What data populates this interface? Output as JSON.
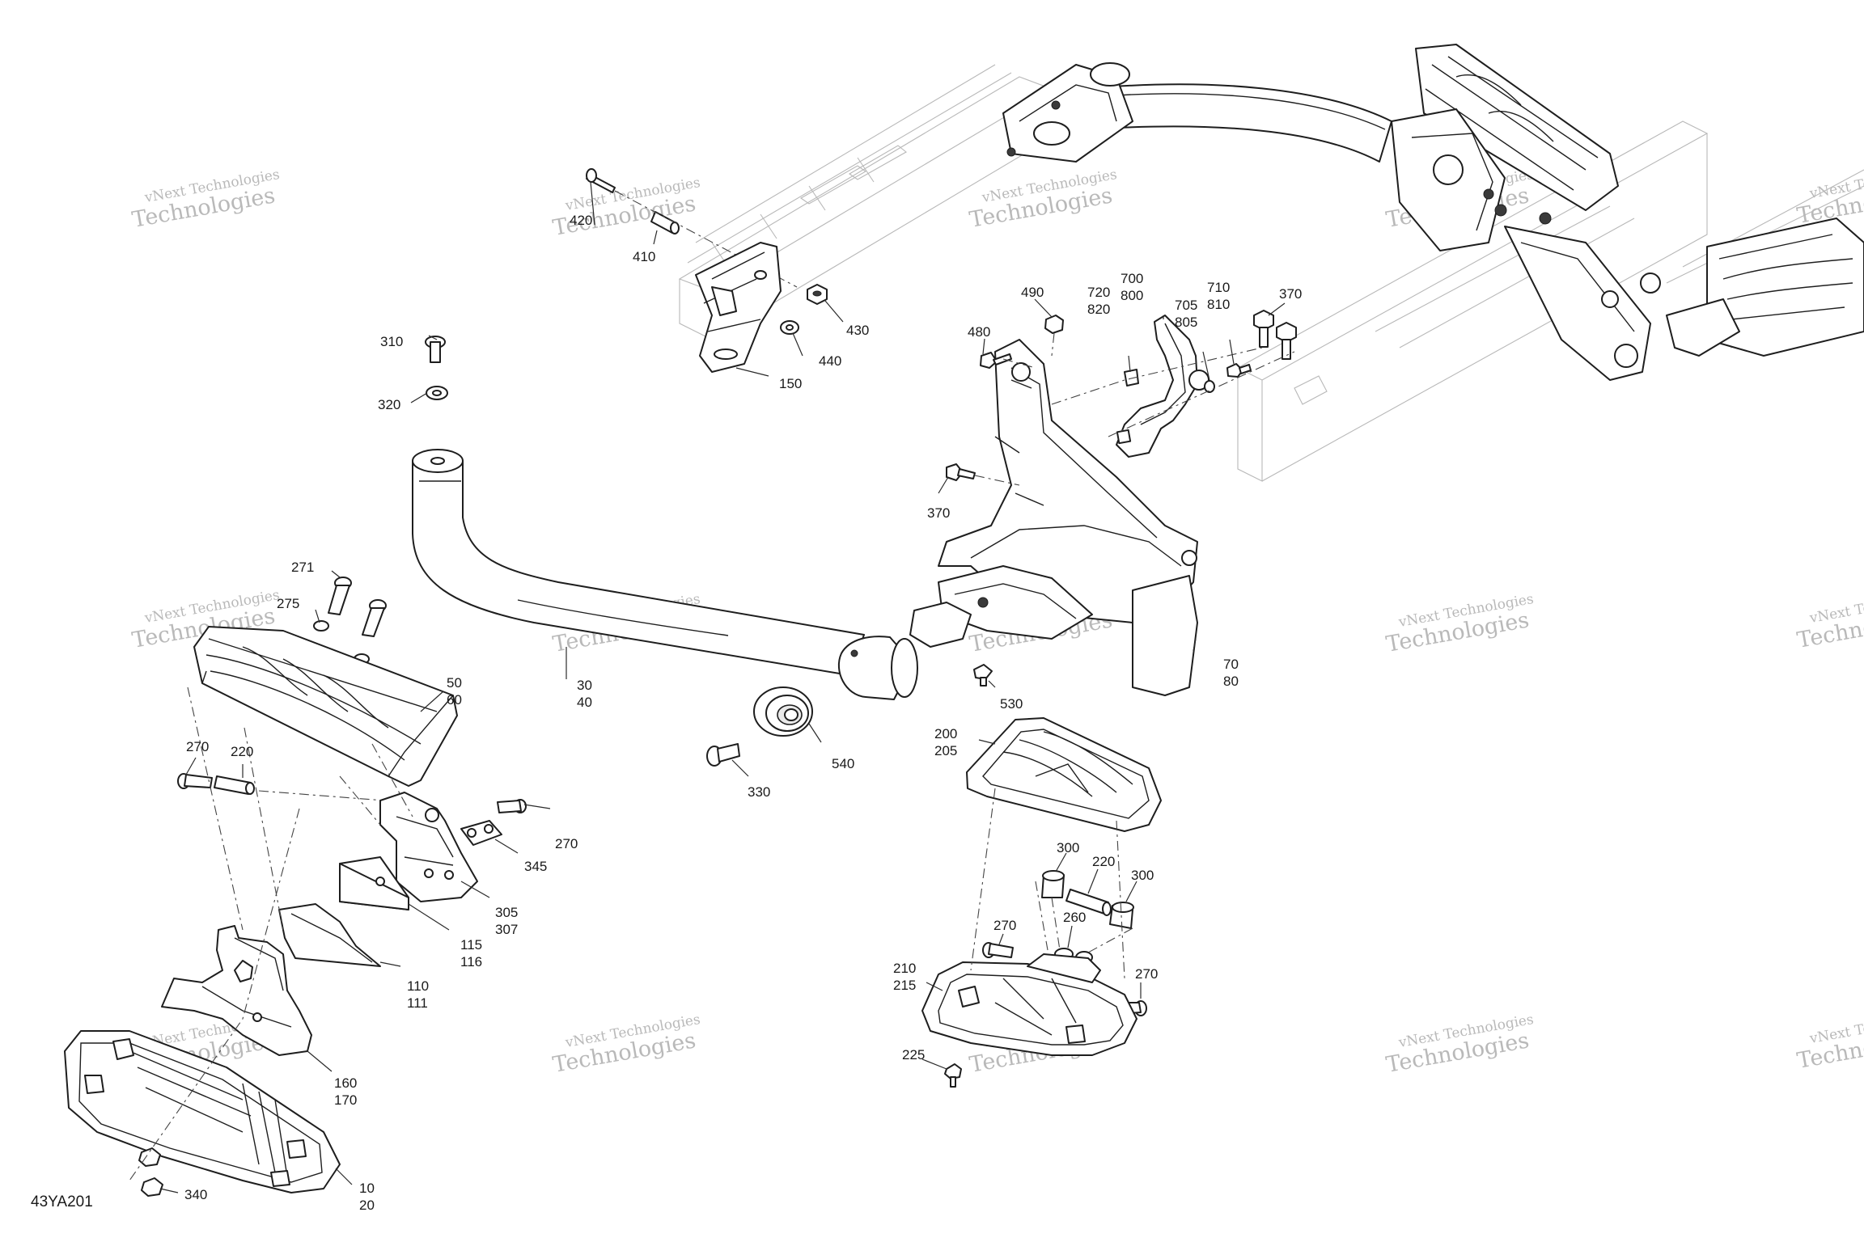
{
  "diagram_code": "43YA201",
  "watermark": {
    "line1": "vNext Technologies",
    "line2": "Technologies"
  },
  "callouts": [
    {
      "id": "c-420",
      "lines": [
        "420"
      ]
    },
    {
      "id": "c-410",
      "lines": [
        "410"
      ]
    },
    {
      "id": "c-430",
      "lines": [
        "430"
      ]
    },
    {
      "id": "c-440",
      "lines": [
        "440"
      ]
    },
    {
      "id": "c-150",
      "lines": [
        "150"
      ]
    },
    {
      "id": "c-310",
      "lines": [
        "310"
      ]
    },
    {
      "id": "c-320",
      "lines": [
        "320"
      ]
    },
    {
      "id": "c-490",
      "lines": [
        "490"
      ]
    },
    {
      "id": "c-480",
      "lines": [
        "480"
      ]
    },
    {
      "id": "c-720-820",
      "lines": [
        "720",
        "820"
      ]
    },
    {
      "id": "c-700-800",
      "lines": [
        "700",
        "800"
      ]
    },
    {
      "id": "c-705-805",
      "lines": [
        "705",
        "805"
      ]
    },
    {
      "id": "c-710-810",
      "lines": [
        "710",
        "810"
      ]
    },
    {
      "id": "c-370-top",
      "lines": [
        "370"
      ]
    },
    {
      "id": "c-370-mid",
      "lines": [
        "370"
      ]
    },
    {
      "id": "c-271",
      "lines": [
        "271"
      ]
    },
    {
      "id": "c-275",
      "lines": [
        "275"
      ]
    },
    {
      "id": "c-50-60",
      "lines": [
        "50",
        "60"
      ]
    },
    {
      "id": "c-30-40",
      "lines": [
        "30",
        "40"
      ]
    },
    {
      "id": "c-70-80",
      "lines": [
        "70",
        "80"
      ]
    },
    {
      "id": "c-530",
      "lines": [
        "530"
      ]
    },
    {
      "id": "c-540",
      "lines": [
        "540"
      ]
    },
    {
      "id": "c-330",
      "lines": [
        "330"
      ]
    },
    {
      "id": "c-270-left",
      "lines": [
        "270"
      ]
    },
    {
      "id": "c-220-left",
      "lines": [
        "220"
      ]
    },
    {
      "id": "c-270-mid",
      "lines": [
        "270"
      ]
    },
    {
      "id": "c-345",
      "lines": [
        "345"
      ]
    },
    {
      "id": "c-305-307",
      "lines": [
        "305",
        "307"
      ]
    },
    {
      "id": "c-115-116",
      "lines": [
        "115",
        "116"
      ]
    },
    {
      "id": "c-110-111",
      "lines": [
        "110",
        "111"
      ]
    },
    {
      "id": "c-160-170",
      "lines": [
        "160",
        "170"
      ]
    },
    {
      "id": "c-340",
      "lines": [
        "340"
      ]
    },
    {
      "id": "c-10-20",
      "lines": [
        "10",
        "20"
      ]
    },
    {
      "id": "c-200-205",
      "lines": [
        "200",
        "205"
      ]
    },
    {
      "id": "c-300-a",
      "lines": [
        "300"
      ]
    },
    {
      "id": "c-220-right",
      "lines": [
        "220"
      ]
    },
    {
      "id": "c-300-b",
      "lines": [
        "300"
      ]
    },
    {
      "id": "c-270-right-a",
      "lines": [
        "270"
      ]
    },
    {
      "id": "c-260",
      "lines": [
        "260"
      ]
    },
    {
      "id": "c-270-right-b",
      "lines": [
        "270"
      ]
    },
    {
      "id": "c-210-215",
      "lines": [
        "210",
        "215"
      ]
    },
    {
      "id": "c-225",
      "lines": [
        "225"
      ]
    }
  ]
}
